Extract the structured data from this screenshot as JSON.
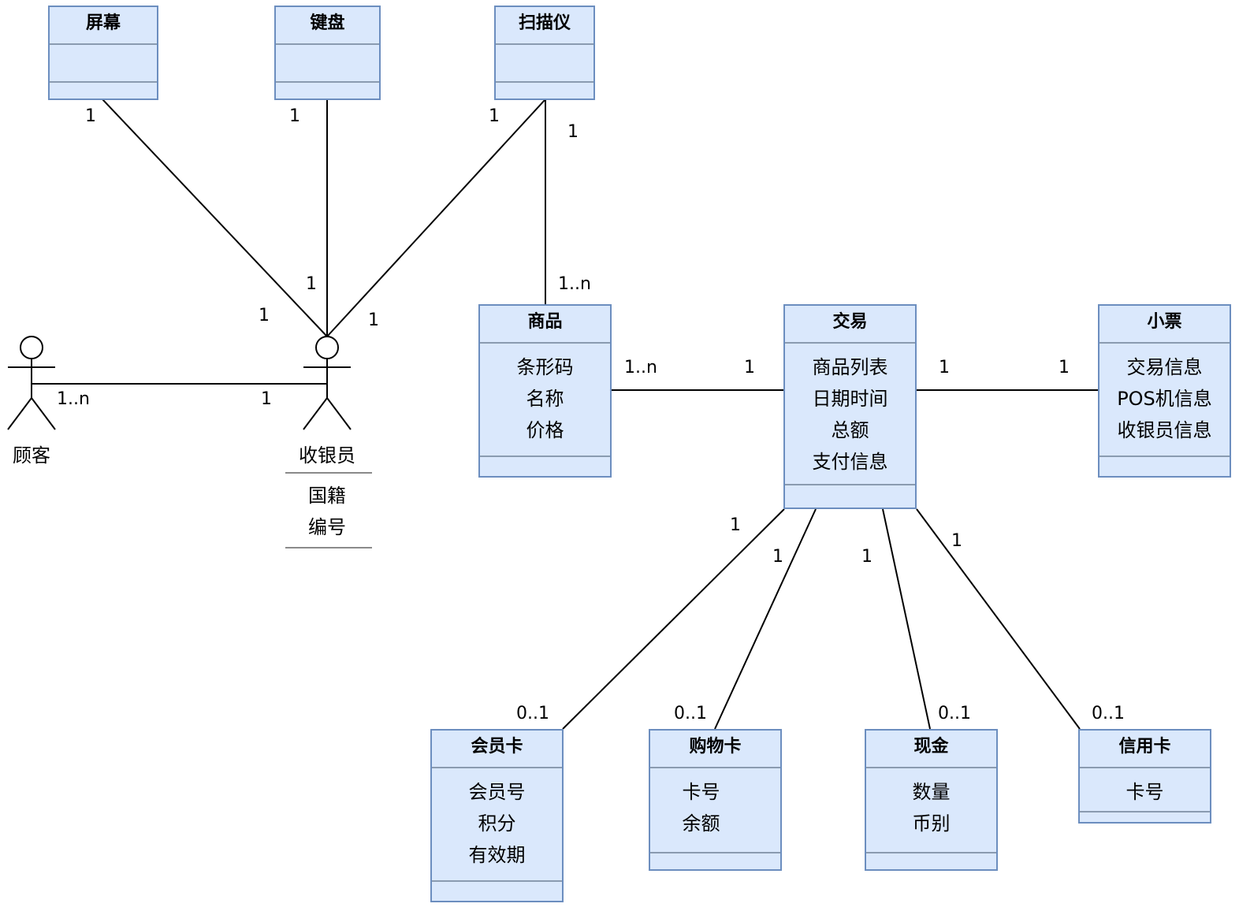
{
  "actors": {
    "customer": {
      "name": "顾客"
    },
    "cashier": {
      "name": "收银员",
      "attributes": [
        "国籍",
        "编号"
      ]
    }
  },
  "classes": {
    "screen": {
      "title": "屏幕",
      "attributes": []
    },
    "keyboard": {
      "title": "键盘",
      "attributes": []
    },
    "scanner": {
      "title": "扫描仪",
      "attributes": []
    },
    "product": {
      "title": "商品",
      "attributes": [
        "条形码",
        "名称",
        "价格"
      ]
    },
    "transaction": {
      "title": "交易",
      "attributes": [
        "商品列表",
        "日期时间",
        "总额",
        "支付信息"
      ]
    },
    "receipt": {
      "title": "小票",
      "attributes": [
        "交易信息",
        "POS机信息",
        "收银员信息"
      ]
    },
    "member_card": {
      "title": "会员卡",
      "attributes": [
        "会员号",
        "积分",
        "有效期"
      ]
    },
    "shopping_card": {
      "title": "购物卡",
      "attributes": [
        "卡号",
        "余额"
      ]
    },
    "cash": {
      "title": "现金",
      "attributes": [
        "数量",
        "币别"
      ]
    },
    "credit_card": {
      "title": "信用卡",
      "attributes": [
        "卡号"
      ]
    }
  },
  "multiplicities": {
    "screen_end": "1",
    "screen_cashier_end": "1",
    "keyboard_end": "1",
    "keyboard_cashier_end": "1",
    "scanner_end": "1",
    "scanner_cashier_end": "1",
    "scanner_product_end": "1",
    "product_scanner_end": "1..n",
    "customer_end": "1..n",
    "cashier_customer_end": "1",
    "product_tx_end": "1..n",
    "tx_product_end": "1",
    "tx_receipt_end": "1",
    "receipt_tx_end": "1",
    "tx_member_end": "1",
    "member_end": "0..1",
    "tx_shopping_end": "1",
    "shopping_end": "0..1",
    "tx_cash_end": "1",
    "cash_end": "0..1",
    "tx_credit_end": "1",
    "credit_end": "0..1"
  }
}
